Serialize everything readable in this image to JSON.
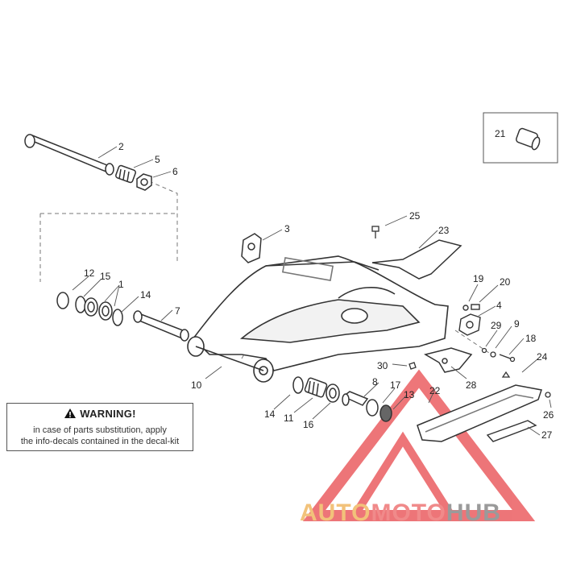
{
  "callouts": {
    "c1": "1",
    "c2": "2",
    "c3": "3",
    "c4": "4",
    "c5": "5",
    "c6": "6",
    "c7": "7",
    "c8": "8",
    "c9": "9",
    "c10": "10",
    "c11": "11",
    "c12": "12",
    "c13": "13",
    "c14a": "14",
    "c14b": "14",
    "c15": "15",
    "c16": "16",
    "c17": "17",
    "c18": "18",
    "c19": "19",
    "c20": "20",
    "c21": "21",
    "c22": "22",
    "c23": "23",
    "c24": "24",
    "c25": "25",
    "c26": "26",
    "c27": "27",
    "c28": "28",
    "c29": "29",
    "c30": "30"
  },
  "warning": {
    "title": "WARNING!",
    "line1": "in case of parts substitution, apply",
    "line2": "the info-decals contained in the decal-kit"
  },
  "watermark": {
    "part_a": "AUTO",
    "part_b": "MOTO",
    "part_c": "HUB",
    "colors": {
      "auto": "#f2c27a",
      "moto": "#f08a8a",
      "hub": "#9a9a9a",
      "triangle": "#e8484c"
    }
  },
  "colors": {
    "line": "#333333",
    "fill": "#ffffff",
    "shade": "#bbbbbb"
  }
}
